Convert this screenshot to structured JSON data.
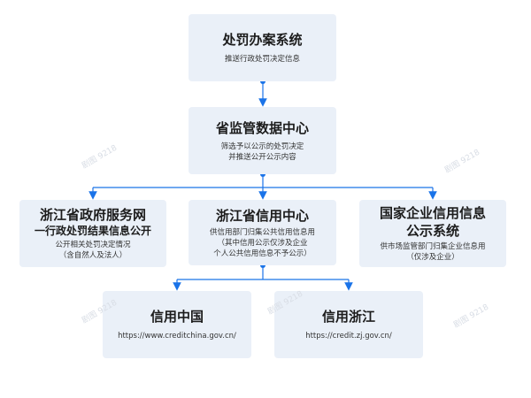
{
  "nodes": {
    "penalty_system": {
      "title": "处罚办案系统",
      "lines": [
        "推送行政处罚决定信息"
      ]
    },
    "provincial_center": {
      "title": "省监管数据中心",
      "lines": [
        "筛选予以公示的处罚决定",
        "并推送公开公示内容"
      ]
    },
    "gov_service": {
      "title": "浙江省政府服务网",
      "subtitle": "一行政处罚结果信息公开",
      "lines": [
        "公开相关处罚决定情况",
        "（含自然人及法人）"
      ]
    },
    "credit_center": {
      "title": "浙江省信用中心",
      "lines": [
        "供信用部门归集公共信用信息用",
        "（其中信用公示仅涉及企业",
        "个人公共信用信息不予公示）"
      ]
    },
    "enterprise_credit": {
      "title_lines": [
        "国家企业信用信息",
        "公示系统"
      ],
      "lines": [
        "供市场监管部门归集企业信息用",
        "（仅涉及企业）"
      ]
    },
    "credit_china": {
      "title": "信用中国",
      "lines": [
        "https://www.creditchina.gov.cn/"
      ]
    },
    "credit_zhejiang": {
      "title": "信用浙江",
      "lines": [
        "https://credit.zj.gov.cn/"
      ]
    }
  },
  "colors": {
    "connector": "#1a73e8",
    "box_bg": "#eaf0f8"
  },
  "watermark": "剧图 9218"
}
